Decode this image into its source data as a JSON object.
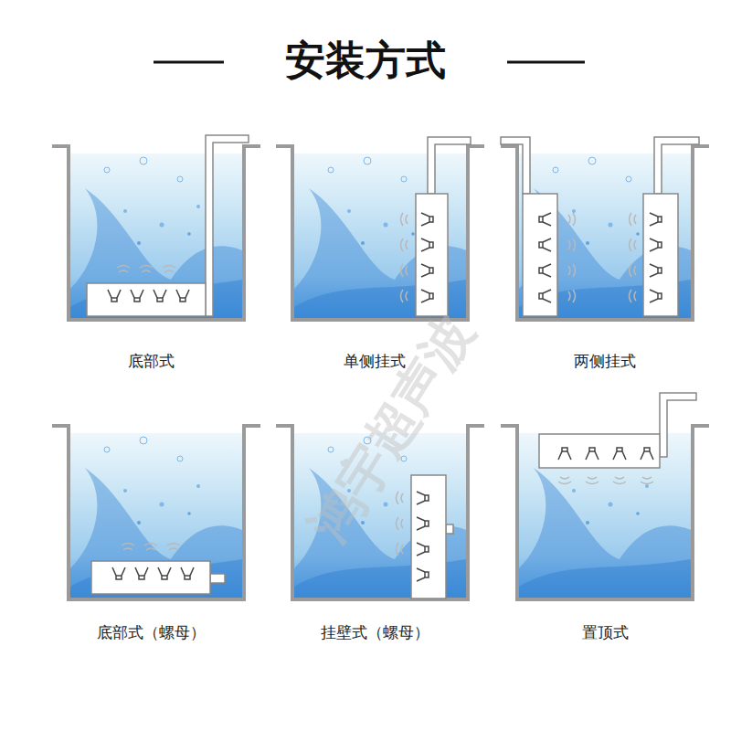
{
  "diagram": {
    "title": "安装方式",
    "labels": [
      "底部式",
      "单侧挂式",
      "两侧挂式",
      "底部式（螺母）",
      "挂壁式（螺母）",
      "置顶式",
      "鸿宇超声波"
    ]
  }
}
